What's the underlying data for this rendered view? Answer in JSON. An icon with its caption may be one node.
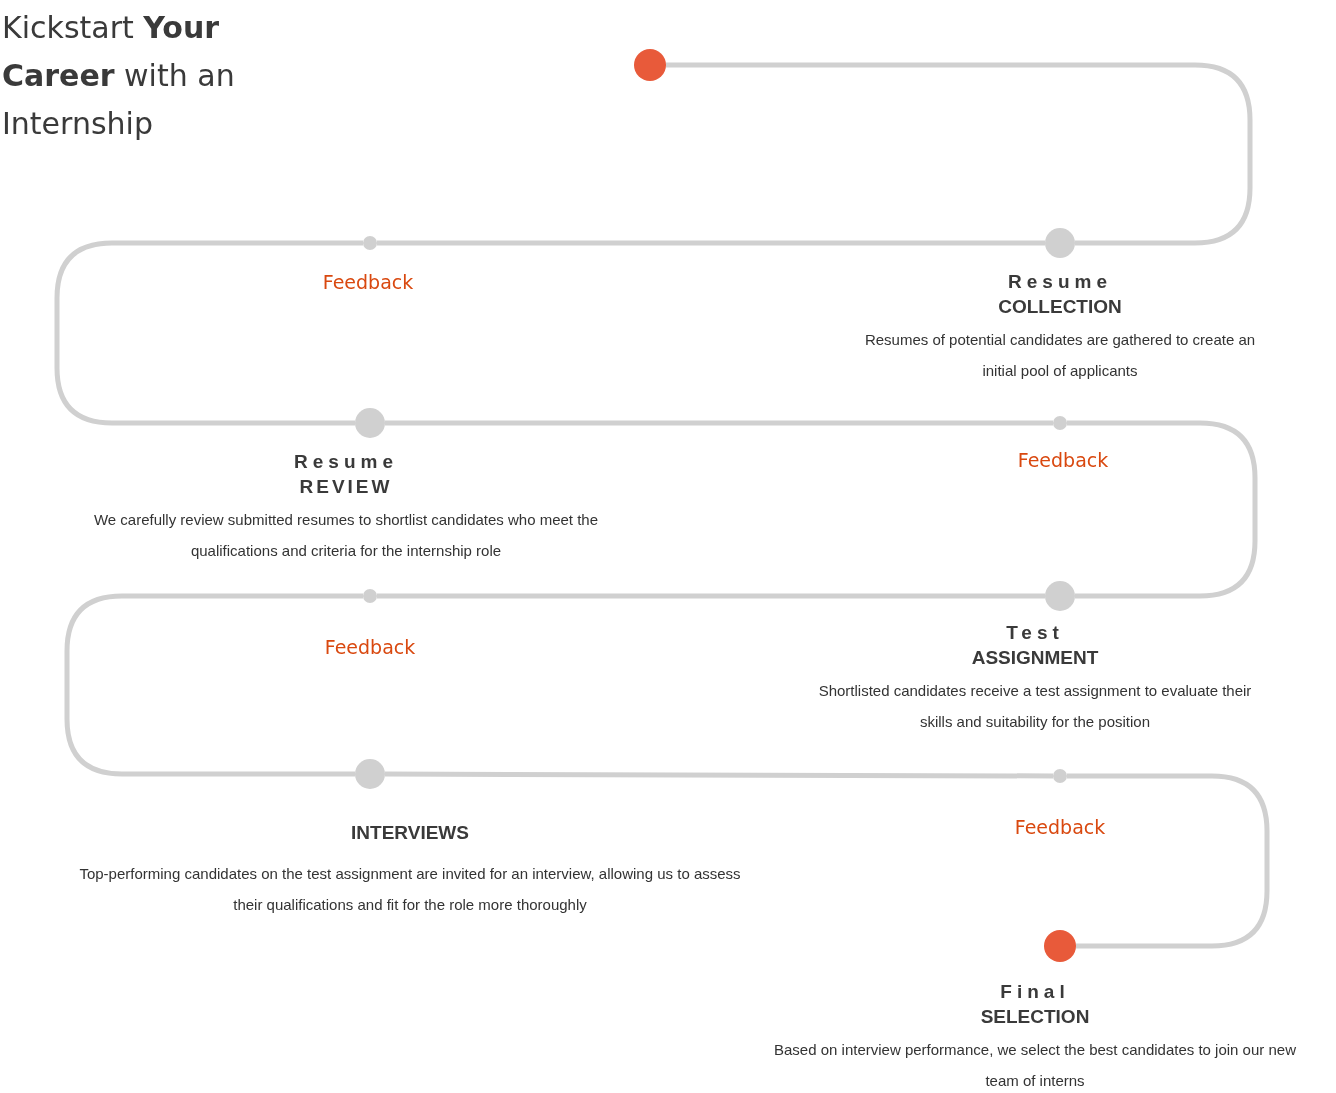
{
  "diagram": {
    "title": "Kickstart **Your Career** with an Internship",
    "nodes": [
      {
        "text": [],
        "shape": "circle"
      },
      {
        "text": [],
        "shape": "circle",
        "beside": [
          "Resume",
          "COLLECTION",
          "Resumes of potential candidates are gathered to create an initial pool of applicants"
        ]
      },
      {
        "text": [],
        "shape": "circle",
        "beside": [
          "Feedback"
        ]
      },
      {
        "text": [],
        "shape": "circle",
        "beside": [
          "Resume",
          "REVIEW",
          "We carefully review submitted resumes to shortlist candidates who meet the qualifications and criteria for the internship role"
        ]
      },
      {
        "text": [],
        "shape": "circle",
        "beside": [
          "Feedback"
        ]
      },
      {
        "text": [],
        "shape": "circle",
        "beside": [
          "Test",
          "ASSIGNMENT",
          "Shortlisted candidates receive a test assignment to evaluate their skills and suitability for the position"
        ]
      },
      {
        "text": [],
        "shape": "circle",
        "beside": [
          "Feedback"
        ]
      },
      {
        "text": [],
        "shape": "circle",
        "beside": [
          "INTERVIEWS",
          "Top-performing candidates on the test assignment are invited for an interview, allowing us to assess their qualifications and fit for the role more thoroughly"
        ]
      },
      {
        "text": [],
        "shape": "circle",
        "beside": [
          "Feedback"
        ]
      },
      {
        "text": [],
        "shape": "circle",
        "beside": [
          "Final",
          "SELECTION",
          "Based on interview performance, we select the best candidates to join our new team of interns"
        ]
      }
    ],
    "edges": [
      {
        "from": 0,
        "to": 1,
        "arrow": "none"
      },
      {
        "from": 1,
        "to": 2,
        "arrow": "none"
      },
      {
        "from": 2,
        "to": 3,
        "arrow": "none"
      },
      {
        "from": 3,
        "to": 4,
        "arrow": "none"
      },
      {
        "from": 4,
        "to": 5,
        "arrow": "none"
      },
      {
        "from": 5,
        "to": 6,
        "arrow": "none"
      },
      {
        "from": 6,
        "to": 7,
        "arrow": "none"
      },
      {
        "from": 7,
        "to": 8,
        "arrow": "none"
      },
      {
        "from": 8,
        "to": 9,
        "arrow": "none"
      }
    ]
  }
}
